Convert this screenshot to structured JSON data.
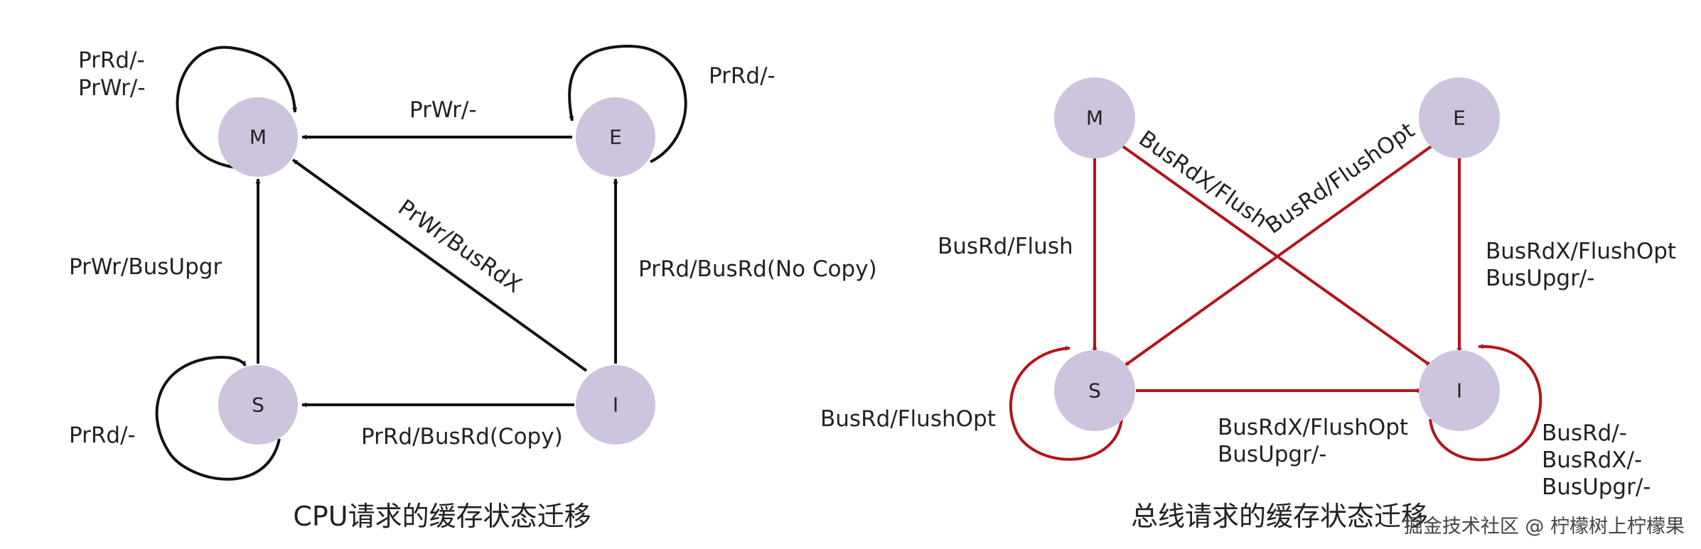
{
  "left_diagram": {
    "caption": "CPU请求的缓存状态迁移",
    "nodes": {
      "M": "M",
      "E": "E",
      "S": "S",
      "I": "I"
    },
    "labels": {
      "m_self_1": "PrRd/-",
      "m_self_2": "PrWr/-",
      "e_self": "PrRd/-",
      "e_to_m": "PrWr/-",
      "i_to_m": "PrWr/BusRdX",
      "s_to_m": "PrWr/BusUpgr",
      "i_to_e": "PrRd/BusRd(No Copy)",
      "s_self": "PrRd/-",
      "i_to_s": "PrRd/BusRd(Copy)"
    }
  },
  "right_diagram": {
    "caption": "总线请求的缓存状态迁移",
    "nodes": {
      "M": "M",
      "E": "E",
      "S": "S",
      "I": "I"
    },
    "labels": {
      "m_to_i": "BusRdX/Flush",
      "e_to_s": "BusRd/FlushOpt",
      "m_to_s": "BusRd/Flush",
      "e_to_i_1": "BusRdX/FlushOpt",
      "e_to_i_2": "BusUpgr/-",
      "s_self": "BusRd/FlushOpt",
      "s_to_i_1": "BusRdX/FlushOpt",
      "s_to_i_2": "BusUpgr/-",
      "i_self_1": "BusRd/-",
      "i_self_2": "BusRdX/-",
      "i_self_3": "BusUpgr/-"
    }
  },
  "watermark": "掘金技术社区 @ 柠檬树上柠檬果",
  "colors": {
    "node_fill": "#cdc4dd",
    "black_arrow": "#111111",
    "red_arrow": "#b3141b"
  }
}
